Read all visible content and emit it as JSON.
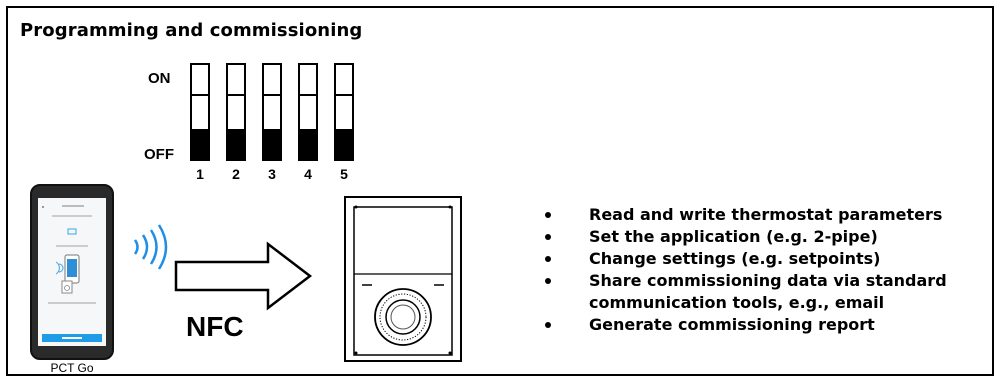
{
  "title": "Programming and commissioning",
  "dip": {
    "on_label": "ON",
    "off_label": "OFF",
    "switches": [
      {
        "number": "1",
        "state": "OFF"
      },
      {
        "number": "2",
        "state": "OFF"
      },
      {
        "number": "3",
        "state": "OFF"
      },
      {
        "number": "4",
        "state": "OFF"
      },
      {
        "number": "5",
        "state": "OFF"
      }
    ]
  },
  "phone": {
    "caption": "PCT Go",
    "accent_color": "#1f9be8"
  },
  "nfc_label": "NFC",
  "features": [
    "Read and write thermostat parameters",
    "Set the application (e.g. 2-pipe)",
    "Change settings (e.g. setpoints)",
    "Share commissioning data via standard communication tools, e.g., email",
    "Generate commissioning report"
  ]
}
